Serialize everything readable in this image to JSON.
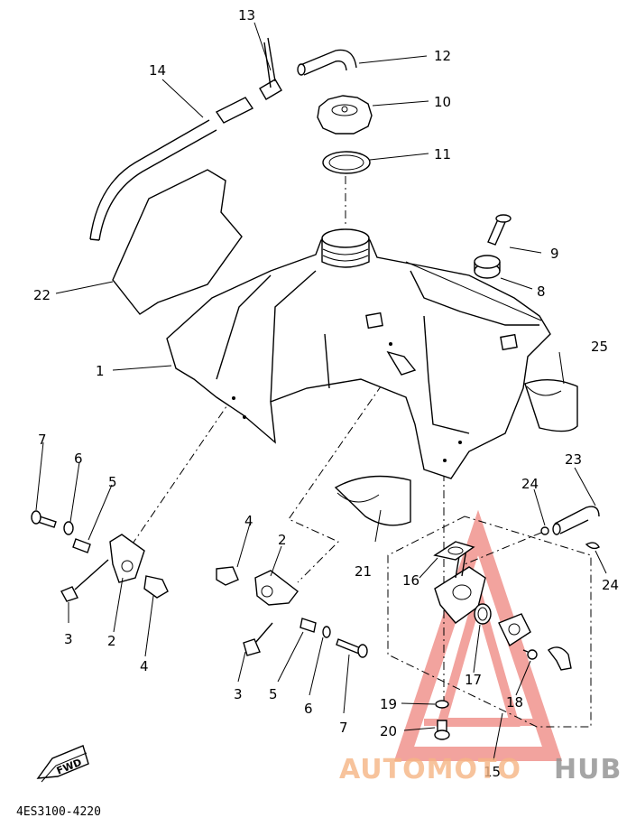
{
  "diagram": {
    "callouts": [
      {
        "id": "c1",
        "text": "1"
      },
      {
        "id": "c2a",
        "text": "2"
      },
      {
        "id": "c2b",
        "text": "2"
      },
      {
        "id": "c3a",
        "text": "3"
      },
      {
        "id": "c3b",
        "text": "3"
      },
      {
        "id": "c4a",
        "text": "4"
      },
      {
        "id": "c4b",
        "text": "4"
      },
      {
        "id": "c5a",
        "text": "5"
      },
      {
        "id": "c5b",
        "text": "5"
      },
      {
        "id": "c6a",
        "text": "6"
      },
      {
        "id": "c6b",
        "text": "6"
      },
      {
        "id": "c7a",
        "text": "7"
      },
      {
        "id": "c7b",
        "text": "7"
      },
      {
        "id": "c8",
        "text": "8"
      },
      {
        "id": "c9",
        "text": "9"
      },
      {
        "id": "c10",
        "text": "10"
      },
      {
        "id": "c11",
        "text": "11"
      },
      {
        "id": "c12",
        "text": "12"
      },
      {
        "id": "c13",
        "text": "13"
      },
      {
        "id": "c14",
        "text": "14"
      },
      {
        "id": "c15",
        "text": "15"
      },
      {
        "id": "c16",
        "text": "16"
      },
      {
        "id": "c17",
        "text": "17"
      },
      {
        "id": "c18",
        "text": "18"
      },
      {
        "id": "c19",
        "text": "19"
      },
      {
        "id": "c20",
        "text": "20"
      },
      {
        "id": "c21",
        "text": "21"
      },
      {
        "id": "c22",
        "text": "22"
      },
      {
        "id": "c23",
        "text": "23"
      },
      {
        "id": "c24a",
        "text": "24"
      },
      {
        "id": "c24b",
        "text": "24"
      },
      {
        "id": "c25",
        "text": "25"
      }
    ],
    "fwd_label": "FWD",
    "diagram_code": "4ES3100-4220"
  },
  "watermark": {
    "part1": "AUTOMOTO",
    "part2": "HUB",
    "color_part1": "#f5b483",
    "color_part2": "#8e8e8e",
    "triangle_color": "#e8584f"
  }
}
